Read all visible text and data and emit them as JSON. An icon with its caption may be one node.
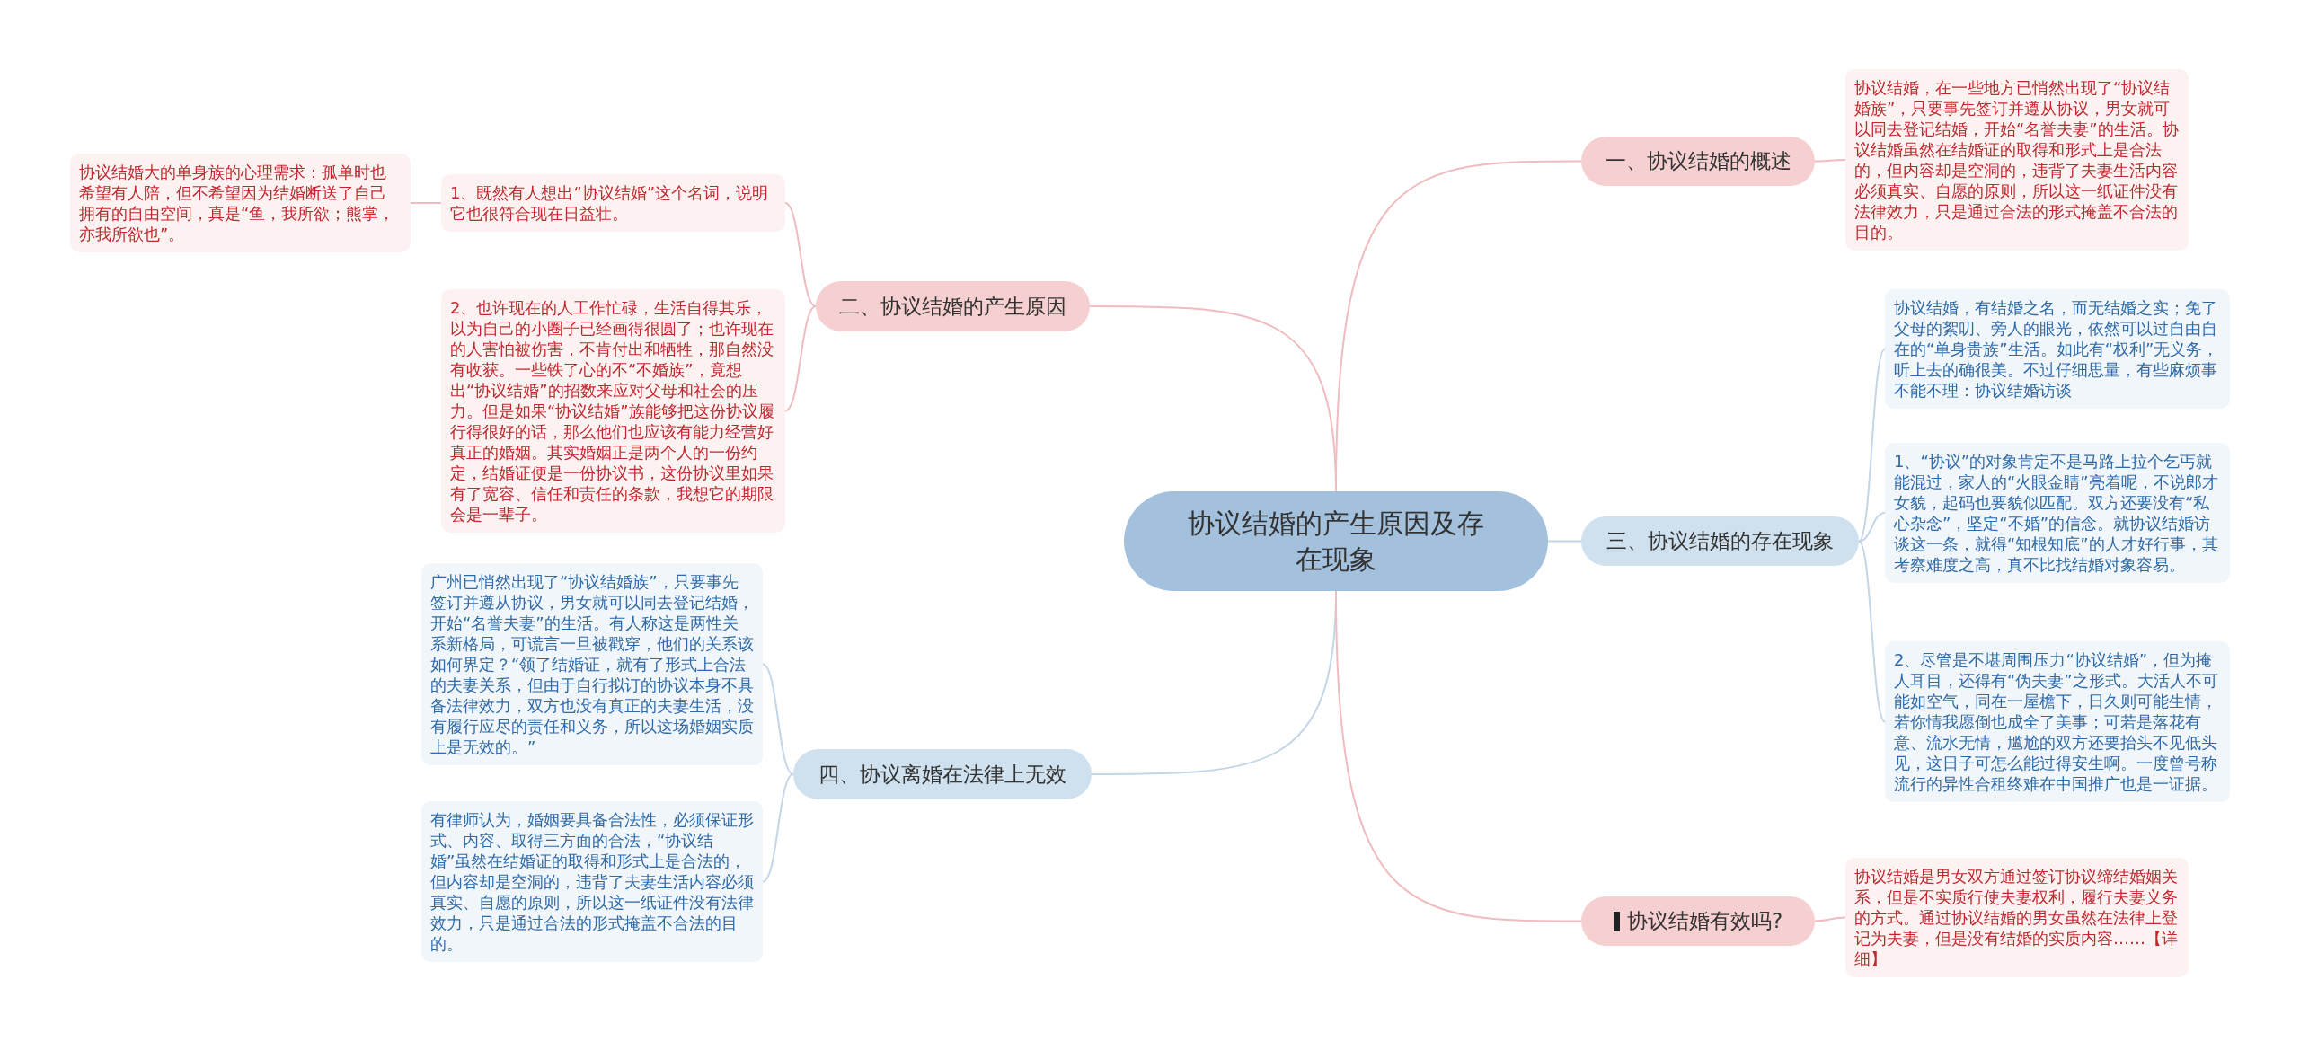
{
  "diagram": {
    "nodes": [
      {
        "text": [
          "协议结婚的产生原因及存在现象"
        ]
      },
      {
        "text": [
          "一、协议结婚的概述"
        ]
      },
      {
        "text": [
          "协议结婚，在一些地方已悄然出现了“协议结婚族”，只要事先签订并遵从协议，男女就可以同去登记结婚，开始“名誉夫妻”的生活。协议结婚虽然在结婚证的取得和形式上是合法的，但内容却是空洞的，违背了夫妻生活内容必须真实、自愿的原则，所以这一纸证件没有法律效力，只是通过合法的形式掩盖不合法的目的。"
        ]
      },
      {
        "text": [
          "二、协议结婚的产生原因"
        ]
      },
      {
        "text": [
          "1、既然有人想出“协议结婚”这个名词，说明它也很符合现在日益壮。"
        ]
      },
      {
        "text": [
          "协议结婚大的单身族的心理需求：孤单时也希望有人陪，但不希望因为结婚断送了自己拥有的自由空间，真是“鱼，我所欲；熊掌，亦我所欲也”。"
        ]
      },
      {
        "text": [
          "2、也许现在的人工作忙碌，生活自得其乐，以为自己的小圈子已经画得很圆了；也许现在的人害怕被伤害，不肯付出和牺牲，那自然没有收获。一些铁了心的不“不婚族”，竟想出“协议结婚”的招数来应对父母和社会的压力。但是如果“协议结婚”族能够把这份协议履行得很好的话，那么他们也应该有能力经营好真正的婚姻。其实婚姻正是两个人的一份约定，结婚证便是一份协议书，这份协议里如果有了宽容、信任和责任的条款，我想它的期限会是一辈子。"
        ]
      },
      {
        "text": [
          "三、协议结婚的存在现象"
        ]
      },
      {
        "text": [
          "协议结婚，有结婚之名，而无结婚之实；免了父母的絮叨、旁人的眼光，依然可以过自由自在的“单身贵族”生活。如此有“权利”无义务，听上去的确很美。不过仔细思量，有些麻烦事不能不理：协议结婚访谈"
        ]
      },
      {
        "text": [
          "1、“协议”的对象肯定不是马路上拉个乞丐就能混过，家人的“火眼金睛”亮着呢，不说郎才女貌，起码也要貌似匹配。双方还要没有“私心杂念”，坚定“不婚”的信念。就协议结婚访谈这一条，就得“知根知底”的人才好行事，其考察难度之高，真不比找结婚对象容易。"
        ]
      },
      {
        "text": [
          "2、尽管是不堪周围压力“协议结婚”，但为掩人耳目，还得有“伪夫妻”之形式。大活人不可能如空气，同在一屋檐下，日久则可能生情，若你情我愿倒也成全了美事；可若是落花有意、流水无情，尴尬的双方还要抬头不见低头见，这日子可怎么能过得安生啊。一度曾号称流行的异性合租终难在中国推广也是一证据。"
        ]
      },
      {
        "text": [
          "四、协议离婚在法律上无效"
        ]
      },
      {
        "text": [
          "广州已悄然出现了“协议结婚族”，只要事先签订并遵从协议，男女就可以同去登记结婚，开始“名誉夫妻”的生活。有人称这是两性关系新格局，可谎言一旦被戳穿，他们的关系该如何界定？“领了结婚证，就有了形式上合法的夫妻关系，但由于自行拟订的协议本身不具备法律效力，双方也没有真正的夫妻生活，没有履行应尽的责任和义务，所以这场婚姻实质上是无效的。”"
        ]
      },
      {
        "text": [
          "有律师认为，婚姻要具备合法性，必须保证形式、内容、取得三方面的合法，“协议结婚”虽然在结婚证的取得和形式上是合法的，但内容却是空洞的，违背了夫妻生活内容必须真实、自愿的原则，所以这一纸证件没有法律效力，只是通过合法的形式掩盖不合法的目的。"
        ]
      },
      {
        "text": [
          "协议结婚有效吗?"
        ]
      },
      {
        "text": [
          "协议结婚是男女双方通过签订协议缔结婚姻关系，但是不实质行使夫妻权利，履行夫妻义务的方式。通过协议结婚的男女虽然在法律上登记为夫妻，但是没有结婚的实质内容……【详细】"
        ]
      }
    ],
    "edges": [
      {
        "from": 0,
        "to": 1,
        "arrow": "none"
      },
      {
        "from": 1,
        "to": 2,
        "arrow": "none"
      },
      {
        "from": 0,
        "to": 3,
        "arrow": "none"
      },
      {
        "from": 3,
        "to": 4,
        "arrow": "none"
      },
      {
        "from": 4,
        "to": 5,
        "arrow": "none"
      },
      {
        "from": 3,
        "to": 6,
        "arrow": "none"
      },
      {
        "from": 0,
        "to": 7,
        "arrow": "none",
        "color": "#c3d6e8"
      },
      {
        "from": 7,
        "to": 8,
        "arrow": "none",
        "color": "#c3d6e8"
      },
      {
        "from": 7,
        "to": 9,
        "arrow": "none",
        "color": "#c3d6e8"
      },
      {
        "from": 7,
        "to": 10,
        "arrow": "none",
        "color": "#c3d6e8"
      },
      {
        "from": 0,
        "to": 11,
        "arrow": "none",
        "color": "#c3d6e8"
      },
      {
        "from": 11,
        "to": 12,
        "arrow": "none",
        "color": "#c3d6e8"
      },
      {
        "from": 11,
        "to": 13,
        "arrow": "none",
        "color": "#c3d6e8"
      },
      {
        "from": 0,
        "to": 14,
        "arrow": "none"
      },
      {
        "from": 14,
        "to": 15,
        "arrow": "none"
      }
    ]
  }
}
